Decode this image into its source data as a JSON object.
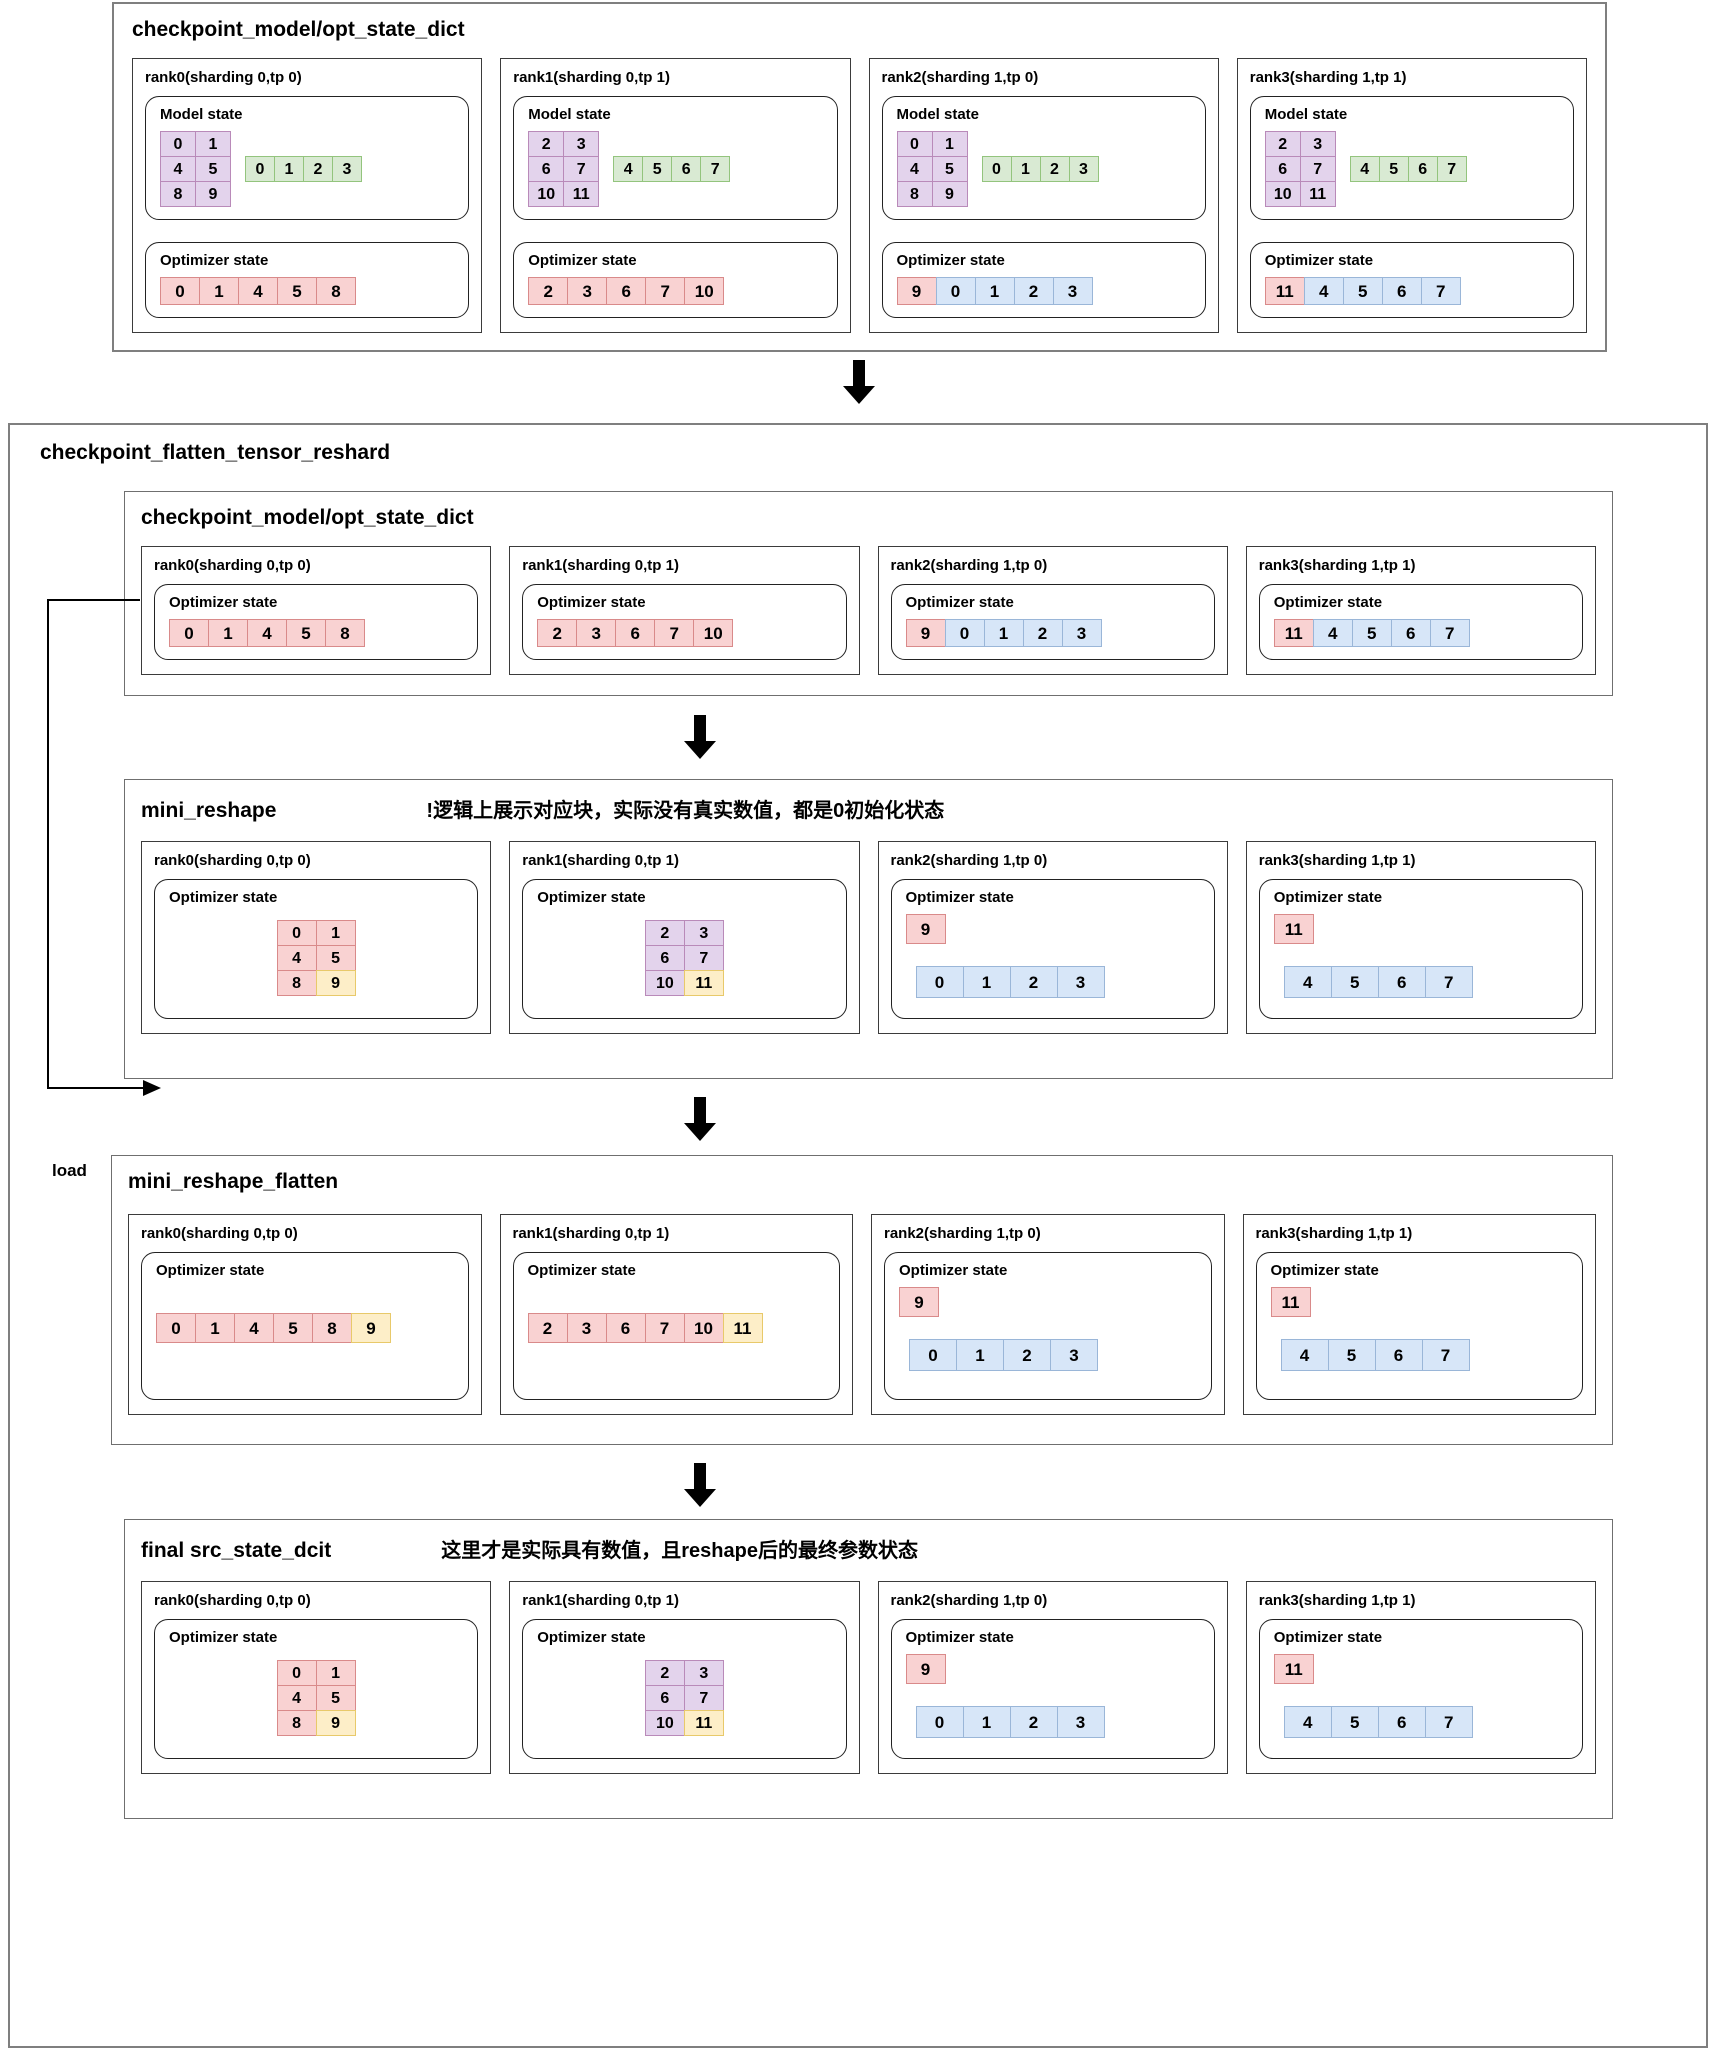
{
  "sections": {
    "top": {
      "title": "checkpoint_model/opt_state_dict",
      "ranks": [
        {
          "label": "rank0(sharding 0,tp 0)",
          "model_title": "Model state",
          "model_grid": [
            [
              "0",
              "1"
            ],
            [
              "4",
              "5"
            ],
            [
              "8",
              "9"
            ]
          ],
          "model_vector": [
            "0",
            "1",
            "2",
            "3"
          ],
          "opt_title": "Optimizer state",
          "opt_vector": [
            "0",
            "1",
            "4",
            "5",
            "8"
          ],
          "opt_colors": [
            "pink",
            "pink",
            "pink",
            "pink",
            "pink"
          ]
        },
        {
          "label": "rank1(sharding 0,tp 1)",
          "model_title": "Model state",
          "model_grid": [
            [
              "2",
              "3"
            ],
            [
              "6",
              "7"
            ],
            [
              "10",
              "11"
            ]
          ],
          "model_vector": [
            "4",
            "5",
            "6",
            "7"
          ],
          "opt_title": "Optimizer state",
          "opt_vector": [
            "2",
            "3",
            "6",
            "7",
            "10"
          ],
          "opt_colors": [
            "pink",
            "pink",
            "pink",
            "pink",
            "pink"
          ]
        },
        {
          "label": "rank2(sharding 1,tp 0)",
          "model_title": "Model state",
          "model_grid": [
            [
              "0",
              "1"
            ],
            [
              "4",
              "5"
            ],
            [
              "8",
              "9"
            ]
          ],
          "model_vector": [
            "0",
            "1",
            "2",
            "3"
          ],
          "opt_title": "Optimizer state",
          "opt_vector": [
            "9",
            "0",
            "1",
            "2",
            "3"
          ],
          "opt_colors": [
            "pink",
            "blue",
            "blue",
            "blue",
            "blue"
          ]
        },
        {
          "label": "rank3(sharding 1,tp 1)",
          "model_title": "Model state",
          "model_grid": [
            [
              "2",
              "3"
            ],
            [
              "6",
              "7"
            ],
            [
              "10",
              "11"
            ]
          ],
          "model_vector": [
            "4",
            "5",
            "6",
            "7"
          ],
          "opt_title": "Optimizer state",
          "opt_vector": [
            "11",
            "4",
            "5",
            "6",
            "7"
          ],
          "opt_colors": [
            "pink",
            "blue",
            "blue",
            "blue",
            "blue"
          ]
        }
      ]
    },
    "reshard": {
      "title": "checkpoint_flatten_tensor_reshard",
      "load_label": "load",
      "stage1": {
        "title": "checkpoint_model/opt_state_dict",
        "ranks": [
          {
            "label": "rank0(sharding 0,tp 0)",
            "opt_title": "Optimizer state",
            "opt_vector": [
              "0",
              "1",
              "4",
              "5",
              "8"
            ],
            "opt_colors": [
              "pink",
              "pink",
              "pink",
              "pink",
              "pink"
            ]
          },
          {
            "label": "rank1(sharding 0,tp 1)",
            "opt_title": "Optimizer state",
            "opt_vector": [
              "2",
              "3",
              "6",
              "7",
              "10"
            ],
            "opt_colors": [
              "pink",
              "pink",
              "pink",
              "pink",
              "pink"
            ]
          },
          {
            "label": "rank2(sharding 1,tp 0)",
            "opt_title": "Optimizer state",
            "opt_vector": [
              "9",
              "0",
              "1",
              "2",
              "3"
            ],
            "opt_colors": [
              "pink",
              "blue",
              "blue",
              "blue",
              "blue"
            ]
          },
          {
            "label": "rank3(sharding 1,tp 1)",
            "opt_title": "Optimizer state",
            "opt_vector": [
              "11",
              "4",
              "5",
              "6",
              "7"
            ],
            "opt_colors": [
              "pink",
              "blue",
              "blue",
              "blue",
              "blue"
            ]
          }
        ]
      },
      "stage2": {
        "title": "mini_reshape",
        "note": "!逻辑上展示对应块，实际没有真实数值，都是0初始化状态",
        "ranks": [
          {
            "label": "rank0(sharding 0,tp 0)",
            "opt_title": "Optimizer state",
            "grid": [
              [
                "0",
                "1"
              ],
              [
                "4",
                "5"
              ],
              [
                "8",
                "9"
              ]
            ],
            "grid_colors": [
              [
                "pink",
                "pink"
              ],
              [
                "pink",
                "pink"
              ],
              [
                "pink",
                "yellow"
              ]
            ]
          },
          {
            "label": "rank1(sharding 0,tp 1)",
            "opt_title": "Optimizer state",
            "grid": [
              [
                "2",
                "3"
              ],
              [
                "6",
                "7"
              ],
              [
                "10",
                "11"
              ]
            ],
            "grid_colors": [
              [
                "purple",
                "purple"
              ],
              [
                "purple",
                "purple"
              ],
              [
                "purple",
                "yellow"
              ]
            ]
          },
          {
            "label": "rank2(sharding 1,tp 0)",
            "opt_title": "Optimizer state",
            "single": "9",
            "single_color": "pink",
            "vector": [
              "0",
              "1",
              "2",
              "3"
            ],
            "vector_colors": [
              "blue",
              "blue",
              "blue",
              "blue"
            ]
          },
          {
            "label": "rank3(sharding 1,tp 1)",
            "opt_title": "Optimizer state",
            "single": "11",
            "single_color": "pink",
            "vector": [
              "4",
              "5",
              "6",
              "7"
            ],
            "vector_colors": [
              "blue",
              "blue",
              "blue",
              "blue"
            ]
          }
        ]
      },
      "stage3": {
        "title": "mini_reshape_flatten",
        "ranks": [
          {
            "label": "rank0(sharding 0,tp 0)",
            "opt_title": "Optimizer state",
            "vector": [
              "0",
              "1",
              "4",
              "5",
              "8",
              "9"
            ],
            "vector_colors": [
              "pink",
              "pink",
              "pink",
              "pink",
              "pink",
              "yellow"
            ]
          },
          {
            "label": "rank1(sharding 0,tp 1)",
            "opt_title": "Optimizer state",
            "vector": [
              "2",
              "3",
              "6",
              "7",
              "10",
              "11"
            ],
            "vector_colors": [
              "pink",
              "pink",
              "pink",
              "pink",
              "pink",
              "yellow"
            ]
          },
          {
            "label": "rank2(sharding 1,tp 0)",
            "opt_title": "Optimizer state",
            "single": "9",
            "single_color": "pink",
            "vector": [
              "0",
              "1",
              "2",
              "3"
            ],
            "vector_colors": [
              "blue",
              "blue",
              "blue",
              "blue"
            ]
          },
          {
            "label": "rank3(sharding 1,tp 1)",
            "opt_title": "Optimizer state",
            "single": "11",
            "single_color": "pink",
            "vector": [
              "4",
              "5",
              "6",
              "7"
            ],
            "vector_colors": [
              "blue",
              "blue",
              "blue",
              "blue"
            ]
          }
        ]
      },
      "stage4": {
        "title": "final src_state_dcit",
        "note": "这里才是实际具有数值，且reshape后的最终参数状态",
        "ranks": [
          {
            "label": "rank0(sharding 0,tp 0)",
            "opt_title": "Optimizer state",
            "grid": [
              [
                "0",
                "1"
              ],
              [
                "4",
                "5"
              ],
              [
                "8",
                "9"
              ]
            ],
            "grid_colors": [
              [
                "pink",
                "pink"
              ],
              [
                "pink",
                "pink"
              ],
              [
                "pink",
                "yellow"
              ]
            ]
          },
          {
            "label": "rank1(sharding 0,tp 1)",
            "opt_title": "Optimizer state",
            "grid": [
              [
                "2",
                "3"
              ],
              [
                "6",
                "7"
              ],
              [
                "10",
                "11"
              ]
            ],
            "grid_colors": [
              [
                "purple",
                "purple"
              ],
              [
                "purple",
                "purple"
              ],
              [
                "purple",
                "yellow"
              ]
            ]
          },
          {
            "label": "rank2(sharding 1,tp 0)",
            "opt_title": "Optimizer state",
            "single": "9",
            "single_color": "pink",
            "vector": [
              "0",
              "1",
              "2",
              "3"
            ],
            "vector_colors": [
              "blue",
              "blue",
              "blue",
              "blue"
            ]
          },
          {
            "label": "rank3(sharding 1,tp 1)",
            "opt_title": "Optimizer state",
            "single": "11",
            "single_color": "pink",
            "vector": [
              "4",
              "5",
              "6",
              "7"
            ],
            "vector_colors": [
              "blue",
              "blue",
              "blue",
              "blue"
            ]
          }
        ]
      }
    }
  },
  "palette": {
    "purple": "#e3d3ec",
    "green": "#d9ead3",
    "pink": "#f9d2d2",
    "blue": "#d7e6f8",
    "yellow": "#fdeec8"
  }
}
